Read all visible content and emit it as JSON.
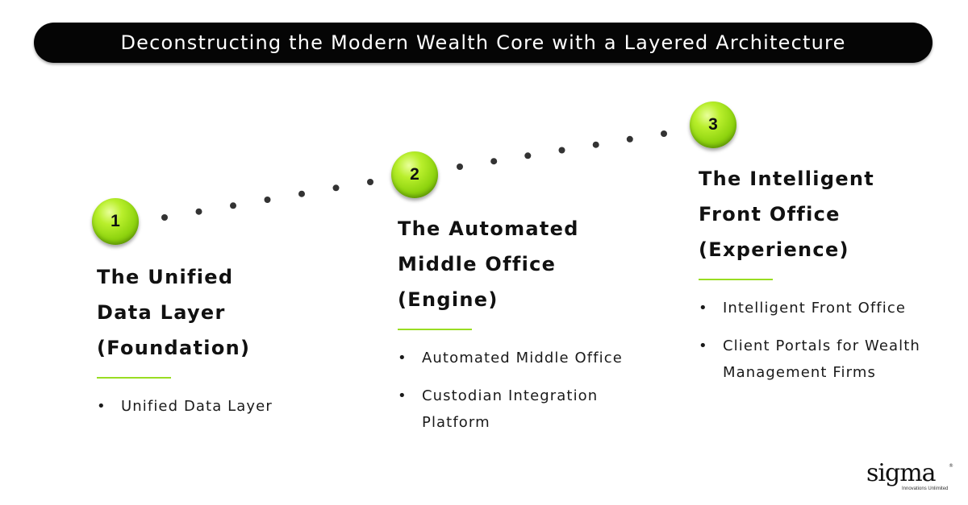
{
  "title": "Deconstructing the Modern Wealth Core with a Layered Architecture",
  "steps": [
    {
      "number": "1",
      "heading_lines": [
        "The Unified",
        "Data Layer",
        "(Foundation)"
      ],
      "bullets": [
        [
          "Unified Data Layer"
        ]
      ]
    },
    {
      "number": "2",
      "heading_lines": [
        "The Automated",
        "Middle Office",
        "(Engine)"
      ],
      "bullets": [
        [
          "Automated Middle Office"
        ],
        [
          "Custodian Integration",
          "Platform"
        ]
      ]
    },
    {
      "number": "3",
      "heading_lines": [
        "The Intelligent",
        "Front Office",
        "(Experience)"
      ],
      "bullets": [
        [
          "Intelligent Front Office"
        ],
        [
          "Client Portals for Wealth",
          "Management Firms"
        ]
      ]
    }
  ],
  "logo": {
    "word": "sigma",
    "tagline": "Innovations Unlimited",
    "registered": "®"
  },
  "colors": {
    "title_bar": "#050505",
    "title_text": "#ffffff",
    "accent": "#99dd22",
    "circle": "#8fd40f",
    "dots": "#333333"
  }
}
